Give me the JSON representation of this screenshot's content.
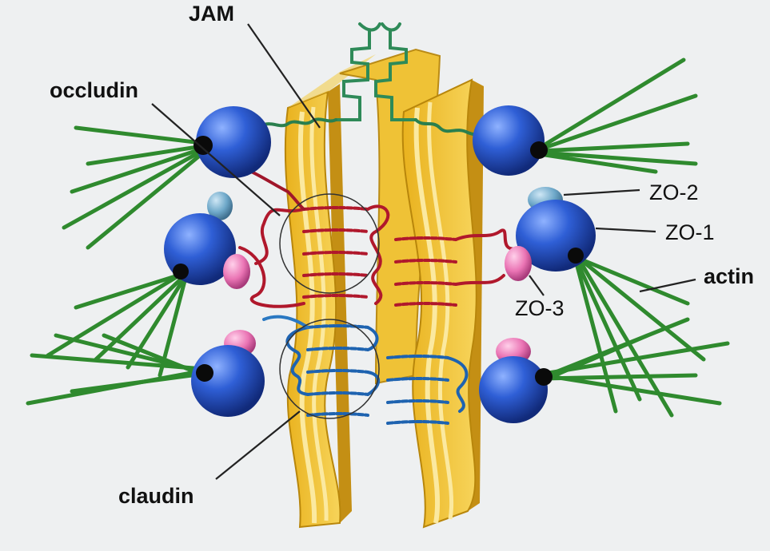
{
  "labels": {
    "jam": "JAM",
    "occludin": "occludin",
    "claudin": "claudin",
    "zo2": "ZO-2",
    "zo1": "ZO-1",
    "zo3": "ZO-3",
    "actin": "actin"
  },
  "colors": {
    "background": "#eef0f1",
    "membrane_yellow": "#f2c22e",
    "membrane_dark": "#c9961a",
    "membrane_stripe": "#fbeaa0",
    "zo1_blue": "#2a55c8",
    "zo2_lightblue": "#6fa8c8",
    "zo3_pink": "#e86fb0",
    "actin_green": "#2f8a2e",
    "occludin_red": "#b0182c",
    "claudin_blue": "#1e63b0",
    "jam_green": "#2e8a58"
  }
}
